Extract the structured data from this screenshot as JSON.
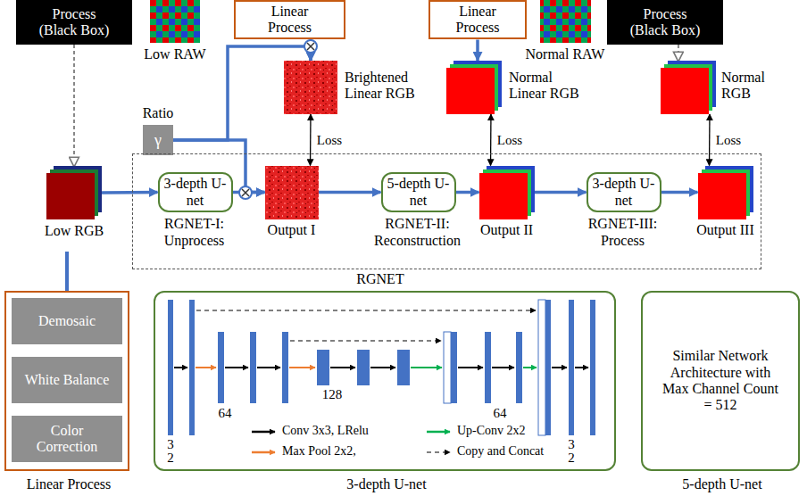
{
  "diagram": {
    "nodes": [
      {
        "text": [
          "Process (Black Box)"
        ]
      },
      {
        "text": [
          "Low RAW"
        ]
      },
      {
        "text": [
          "Linear Process"
        ]
      },
      {
        "text": [
          "Brightened Linear RGB"
        ]
      },
      {
        "text": [
          "Linear Process"
        ]
      },
      {
        "text": [
          "Normal Linear RGB"
        ]
      },
      {
        "text": [
          "Normal RAW"
        ]
      },
      {
        "text": [
          "Process (Black Box)"
        ]
      },
      {
        "text": [
          "Normal RGB"
        ]
      },
      {
        "text": [
          "Ratio",
          "γ"
        ]
      },
      {
        "text": [
          "RGNET"
        ]
      },
      {
        "text": [
          "Low RGB"
        ]
      },
      {
        "text": [
          "3-depth U-net",
          "RGNET-I: Unprocess"
        ],
        "in": 10
      },
      {
        "text": [
          "Output I"
        ],
        "in": 10
      },
      {
        "text": [
          "5-depth U-net",
          "RGNET-II: Reconstruction"
        ],
        "in": 10
      },
      {
        "text": [
          "Output II"
        ],
        "in": 10
      },
      {
        "text": [
          "3-depth U-net",
          "RGNET-III: Process"
        ],
        "in": 10
      },
      {
        "text": [
          "Output III"
        ],
        "in": 10
      },
      {
        "text": [
          "Linear Process"
        ]
      },
      {
        "text": [
          "Demosaic"
        ],
        "in": 18
      },
      {
        "text": [
          "White Balance"
        ],
        "in": 18
      },
      {
        "text": [
          "Color Correction"
        ],
        "in": 18
      },
      {
        "text": [
          "3-depth U-net"
        ]
      },
      {
        "text": [
          "Similar Network Architecture with Max Channel Count = 512",
          "5-depth U-net"
        ]
      }
    ],
    "edges": [
      {
        "from": 0,
        "to": 11,
        "arrow": "to"
      },
      {
        "from": 2,
        "to": 3,
        "arrow": "to"
      },
      {
        "from": 9,
        "to": 3,
        "arrow": "to"
      },
      {
        "from": 9,
        "to": 13,
        "arrow": "to"
      },
      {
        "from": 11,
        "to": 12,
        "arrow": "to"
      },
      {
        "from": 12,
        "to": 13,
        "arrow": "to"
      },
      {
        "from": 13,
        "to": 14,
        "arrow": "to"
      },
      {
        "from": 14,
        "to": 15,
        "arrow": "to"
      },
      {
        "from": 15,
        "to": 16,
        "arrow": "to"
      },
      {
        "from": 16,
        "to": 17,
        "arrow": "to"
      },
      {
        "from": 3,
        "to": 13,
        "arrow": "both",
        "label": "Loss"
      },
      {
        "from": 4,
        "to": 5,
        "arrow": "to"
      },
      {
        "from": 5,
        "to": 15,
        "arrow": "both",
        "label": "Loss"
      },
      {
        "from": 8,
        "to": 17,
        "arrow": "both",
        "label": "Loss"
      },
      {
        "from": 7,
        "to": 8,
        "arrow": "to"
      }
    ],
    "labels": [
      "3 2",
      "64",
      "128",
      "64",
      "3 2"
    ],
    "legend": [
      {
        "text": "Conv 3x3, LRelu"
      },
      {
        "text": "Up-Conv 2x2"
      },
      {
        "text": "Max Pool 2x2,"
      },
      {
        "text": "Copy and Concat"
      }
    ]
  }
}
